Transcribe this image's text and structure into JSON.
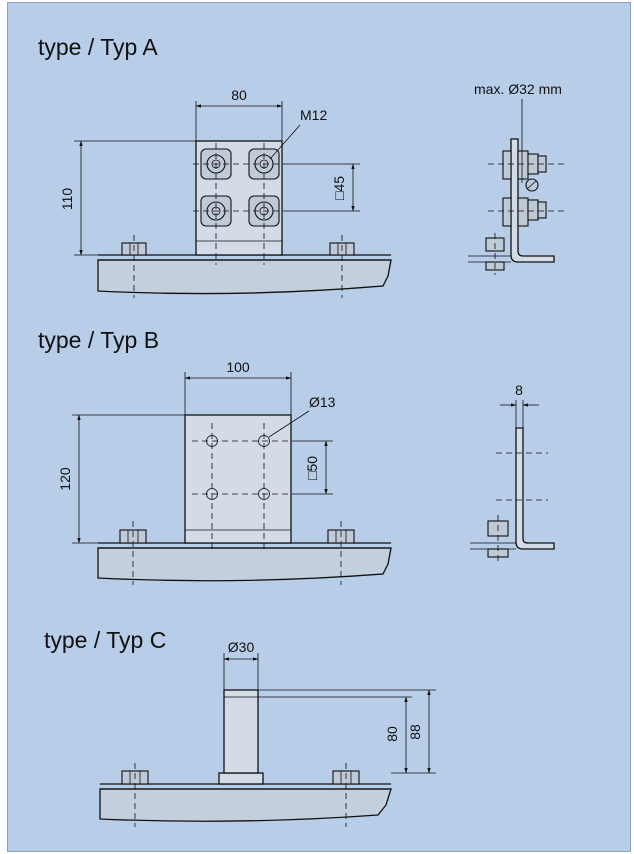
{
  "sections": [
    {
      "title": "type / Typ A",
      "dims": {
        "width": "80",
        "height": "110",
        "thread": "M12",
        "spacing": "□45",
        "max_diameter": "max. Ø32 mm"
      }
    },
    {
      "title": "type / Typ B",
      "dims": {
        "width": "100",
        "height": "120",
        "hole": "Ø13",
        "spacing": "□50",
        "thickness": "8"
      }
    },
    {
      "title": "type / Typ C",
      "dims": {
        "diameter": "Ø30",
        "height_inner": "80",
        "height_outer": "88"
      }
    }
  ]
}
